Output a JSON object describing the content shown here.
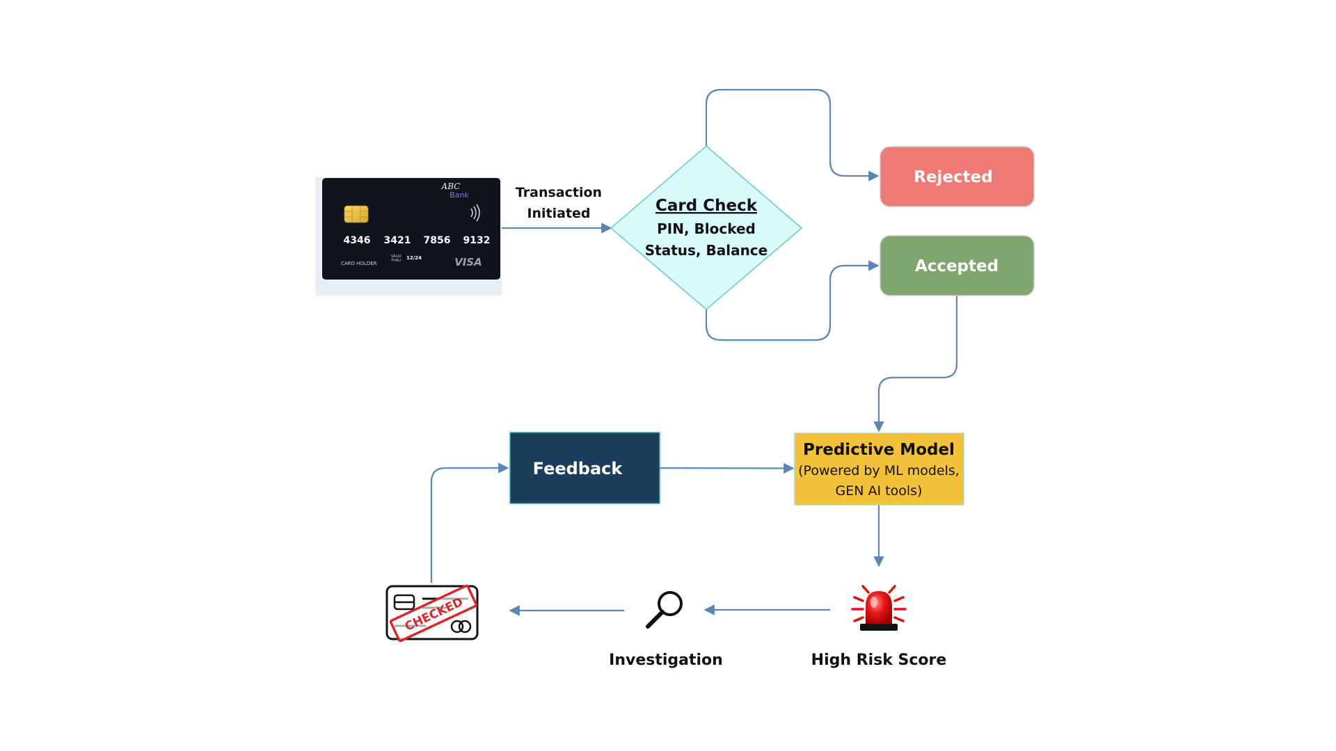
{
  "card": {
    "bank_line1": "ABC",
    "bank_line2": "Bank",
    "number_groups": [
      "4346",
      "3421",
      "7856",
      "9132"
    ],
    "holder_label": "CARD HOLDER",
    "valid_label1": "VALID",
    "valid_label2": "THRU",
    "expiry": "12/24",
    "network": "VISA"
  },
  "labels": {
    "transaction_line1": "Transaction",
    "transaction_line2": "Initiated"
  },
  "decision": {
    "title": "Card Check",
    "line1": "PIN, Blocked",
    "line2": "Status, Balance"
  },
  "rejected": {
    "label": "Rejected"
  },
  "accepted": {
    "label": "Accepted"
  },
  "predictive": {
    "title": "Predictive Model",
    "line1": "(Powered by ML models,",
    "line2": "GEN AI tools)"
  },
  "feedback": {
    "label": "Feedback"
  },
  "high_risk": {
    "label": "High Risk Score"
  },
  "investigation": {
    "label": "Investigation"
  },
  "checked_stamp": {
    "label": "CHECKED"
  },
  "colors": {
    "connector": "#5a86b0",
    "rejected_fill": "#ef7a75",
    "accepted_fill": "#80a56f",
    "decision_fill": "#d8fafa",
    "decision_stroke": "#6ccbcb",
    "predictive_fill": "#f3c13a",
    "feedback_fill": "#1d3d5c",
    "card_fill": "#0e131c",
    "siren_red": "#e01010",
    "stamp_red": "#d9262b"
  },
  "icons": [
    "credit-card-icon",
    "chip-icon",
    "contactless-icon",
    "siren-icon",
    "magnifier-icon",
    "checked-card-icon"
  ]
}
